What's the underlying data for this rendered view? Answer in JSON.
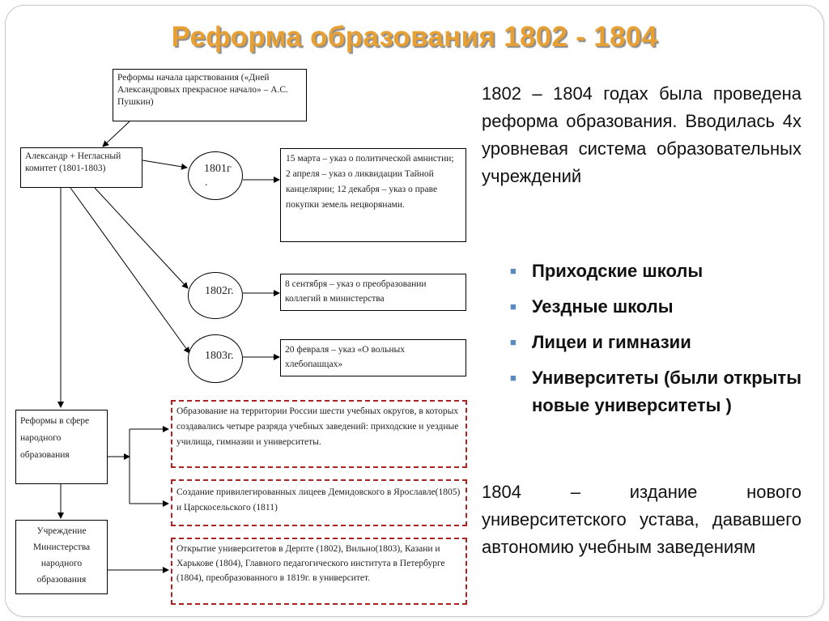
{
  "title": "Реформа образования 1802 - 1804",
  "diagram": {
    "top_box": "Реформы начала царствования («Дней Александровых прекрасное начало» – А.С. Пушкин)",
    "committee_box": "Александр + Негласный комитет (1801-1803)",
    "ovals": [
      "1801г",
      "1802г.",
      "1803г."
    ],
    "oval_dot": ".",
    "decrees_1801": "15 марта – указ о политической амнистии; 2 апреля – указ о ликвидации Тайной канцелярии; 12 декабря – указ о праве покупки земель нецворянами.",
    "decree_1802": "8 сентября – указ о преобразовании коллегий в министерства",
    "decree_1803": "20 февраля – указ «О вольных хлебопашцах»",
    "education_reforms_box": "Реформы в сфере народного образования",
    "ministry_box": "Учреждение Министерства народного образования",
    "dashed_1": "Образование на территории России шести учебных округов, в которых создавались четыре разряда учебных заведений: приходские и уездные училища, гимназии и университеты.",
    "dashed_2": "Создание привилегированных лицеев Демидовского в Ярославле(1805) и Царскосельского (1811)",
    "dashed_3": "Открытие университетов в Дерпте (1802), Вильно(1803), Казани и Харькове (1804), Главного педагогического института в Петербурге (1804), преобразованного в 1819г. в университет."
  },
  "intro_text": "1802 – 1804 годах была проведена реформа образования. Вводилась 4х уровневая система образовательных учреждений",
  "bullets": [
    "Приходские школы",
    "Уездные школы",
    "Лицеи и гимназии",
    "Университеты (были открыты новые университеты )"
  ],
  "bullet_icon": "square-bullet-icon",
  "closing_text": "1804 – издание нового университетского устава, дававшего автономию учебным заведениям",
  "colors": {
    "title": "#e8a033",
    "dashed_border": "#b32020",
    "bullet": "#5b8ac2"
  }
}
